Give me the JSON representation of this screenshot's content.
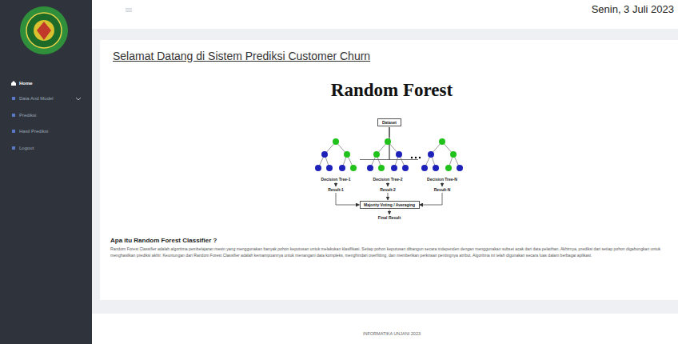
{
  "diagram": {
    "title": "Random Forest",
    "nodes": [
      {
        "text": [
          "Dataset"
        ]
      },
      {
        "text": [
          "Decision Tree-1"
        ]
      },
      {
        "text": [
          "Decision Tree-2"
        ]
      },
      {
        "text": [
          "Decision Tree-N"
        ]
      },
      {
        "text": [
          "Result-1"
        ]
      },
      {
        "text": [
          "Result-2"
        ]
      },
      {
        "text": [
          "Result-N"
        ]
      },
      {
        "text": [
          "Majority Voting / Averaging"
        ]
      },
      {
        "text": [
          "Final Result"
        ]
      }
    ],
    "edges": [
      {
        "from": 0,
        "to": 1,
        "arrow": "none"
      },
      {
        "from": 0,
        "to": 2,
        "arrow": "none"
      },
      {
        "from": 0,
        "to": 3,
        "arrow": "none"
      },
      {
        "from": 1,
        "to": 4,
        "arrow": "to"
      },
      {
        "from": 2,
        "to": 5,
        "arrow": "to"
      },
      {
        "from": 3,
        "to": 6,
        "arrow": "to"
      },
      {
        "from": 4,
        "to": 7,
        "arrow": "to"
      },
      {
        "from": 5,
        "to": 7,
        "arrow": "to"
      },
      {
        "from": 6,
        "to": 7,
        "arrow": "to"
      },
      {
        "from": 7,
        "to": 8,
        "arrow": "to"
      }
    ],
    "labels": [
      "Home",
      "Data And Model",
      "Prediksi",
      "Hasil Prediksi",
      "Logout",
      "Senin, 3 Juli 2023",
      "Selamat Datang di Sistem Prediksi Customer Churn",
      "Apa itu Random Forest Classifier ?",
      "Random Forest Classifier adalah algoritma pembelajaran mesin yang menggunakan banyak pohon keputusan untuk melakukan klasifikasi. Setiap pohon keputusan dibangun secara independen dengan menggunakan subset acak dari data pelatihan. Akhirnya, prediksi dari setiap pohon digabungkan untuk menghasilkan prediksi akhir. Keuntungan dari Random Forest Classifier adalah kemampuannya untuk menangani data kompleks, menghindari overfitting, dan memberikan perkiraan pentingnya atribut. Algoritma ini telah digunakan secara luas dalam berbagai aplikasi.",
      "INFORMATIKA UNJANI 2023"
    ]
  }
}
